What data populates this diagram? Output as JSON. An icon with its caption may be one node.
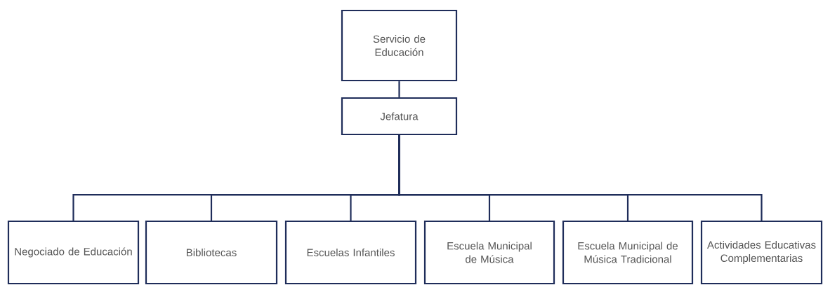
{
  "diagram": {
    "nodes": [
      {
        "text": [
          "Servicio de Educación"
        ]
      },
      {
        "text": [
          "Jefatura"
        ]
      },
      {
        "text": [
          "Negociado de Educación"
        ]
      },
      {
        "text": [
          "Bibliotecas"
        ]
      },
      {
        "text": [
          "Escuelas Infantiles"
        ]
      },
      {
        "text": [
          "Escuela Municipal de Música"
        ]
      },
      {
        "text": [
          "Escuela Municipal de Música Tradicional"
        ]
      },
      {
        "text": [
          "Actividades Educativas Complementarias"
        ]
      }
    ],
    "edges": [
      {
        "from": 0,
        "to": 1,
        "arrow": "none"
      },
      {
        "from": 1,
        "to": 2,
        "arrow": "none"
      },
      {
        "from": 1,
        "to": 3,
        "arrow": "none"
      },
      {
        "from": 1,
        "to": 4,
        "arrow": "none"
      },
      {
        "from": 1,
        "to": 5,
        "arrow": "none"
      },
      {
        "from": 1,
        "to": 6,
        "arrow": "none"
      },
      {
        "from": 1,
        "to": 7,
        "arrow": "none"
      }
    ]
  }
}
